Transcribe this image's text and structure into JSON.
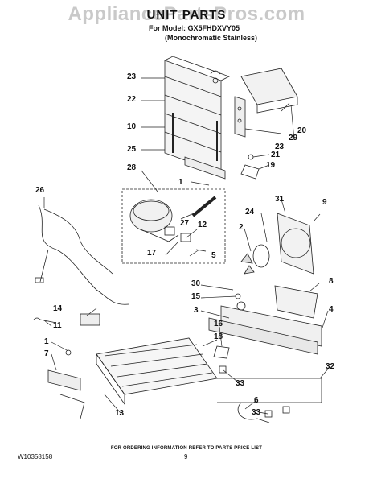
{
  "watermark": "AppliancePartsPros.com",
  "header": {
    "title": "UNIT PARTS",
    "model_line": "For Model: GX5FHDXVY05",
    "subtitle": "(Monochromatic Stainless)"
  },
  "callouts": [
    "23",
    "22",
    "10",
    "25",
    "28",
    "1",
    "26",
    "27",
    "12",
    "17",
    "5",
    "20",
    "29",
    "23",
    "21",
    "19",
    "31",
    "9",
    "24",
    "2",
    "8",
    "30",
    "15",
    "3",
    "4",
    "14",
    "11",
    "16",
    "18",
    "1",
    "7",
    "33",
    "32",
    "13",
    "6",
    "33"
  ],
  "footer": {
    "info": "FOR ORDERING INFORMATION REFER TO PARTS PRICE LIST",
    "doc_number": "W10358158",
    "page_number": "9"
  }
}
